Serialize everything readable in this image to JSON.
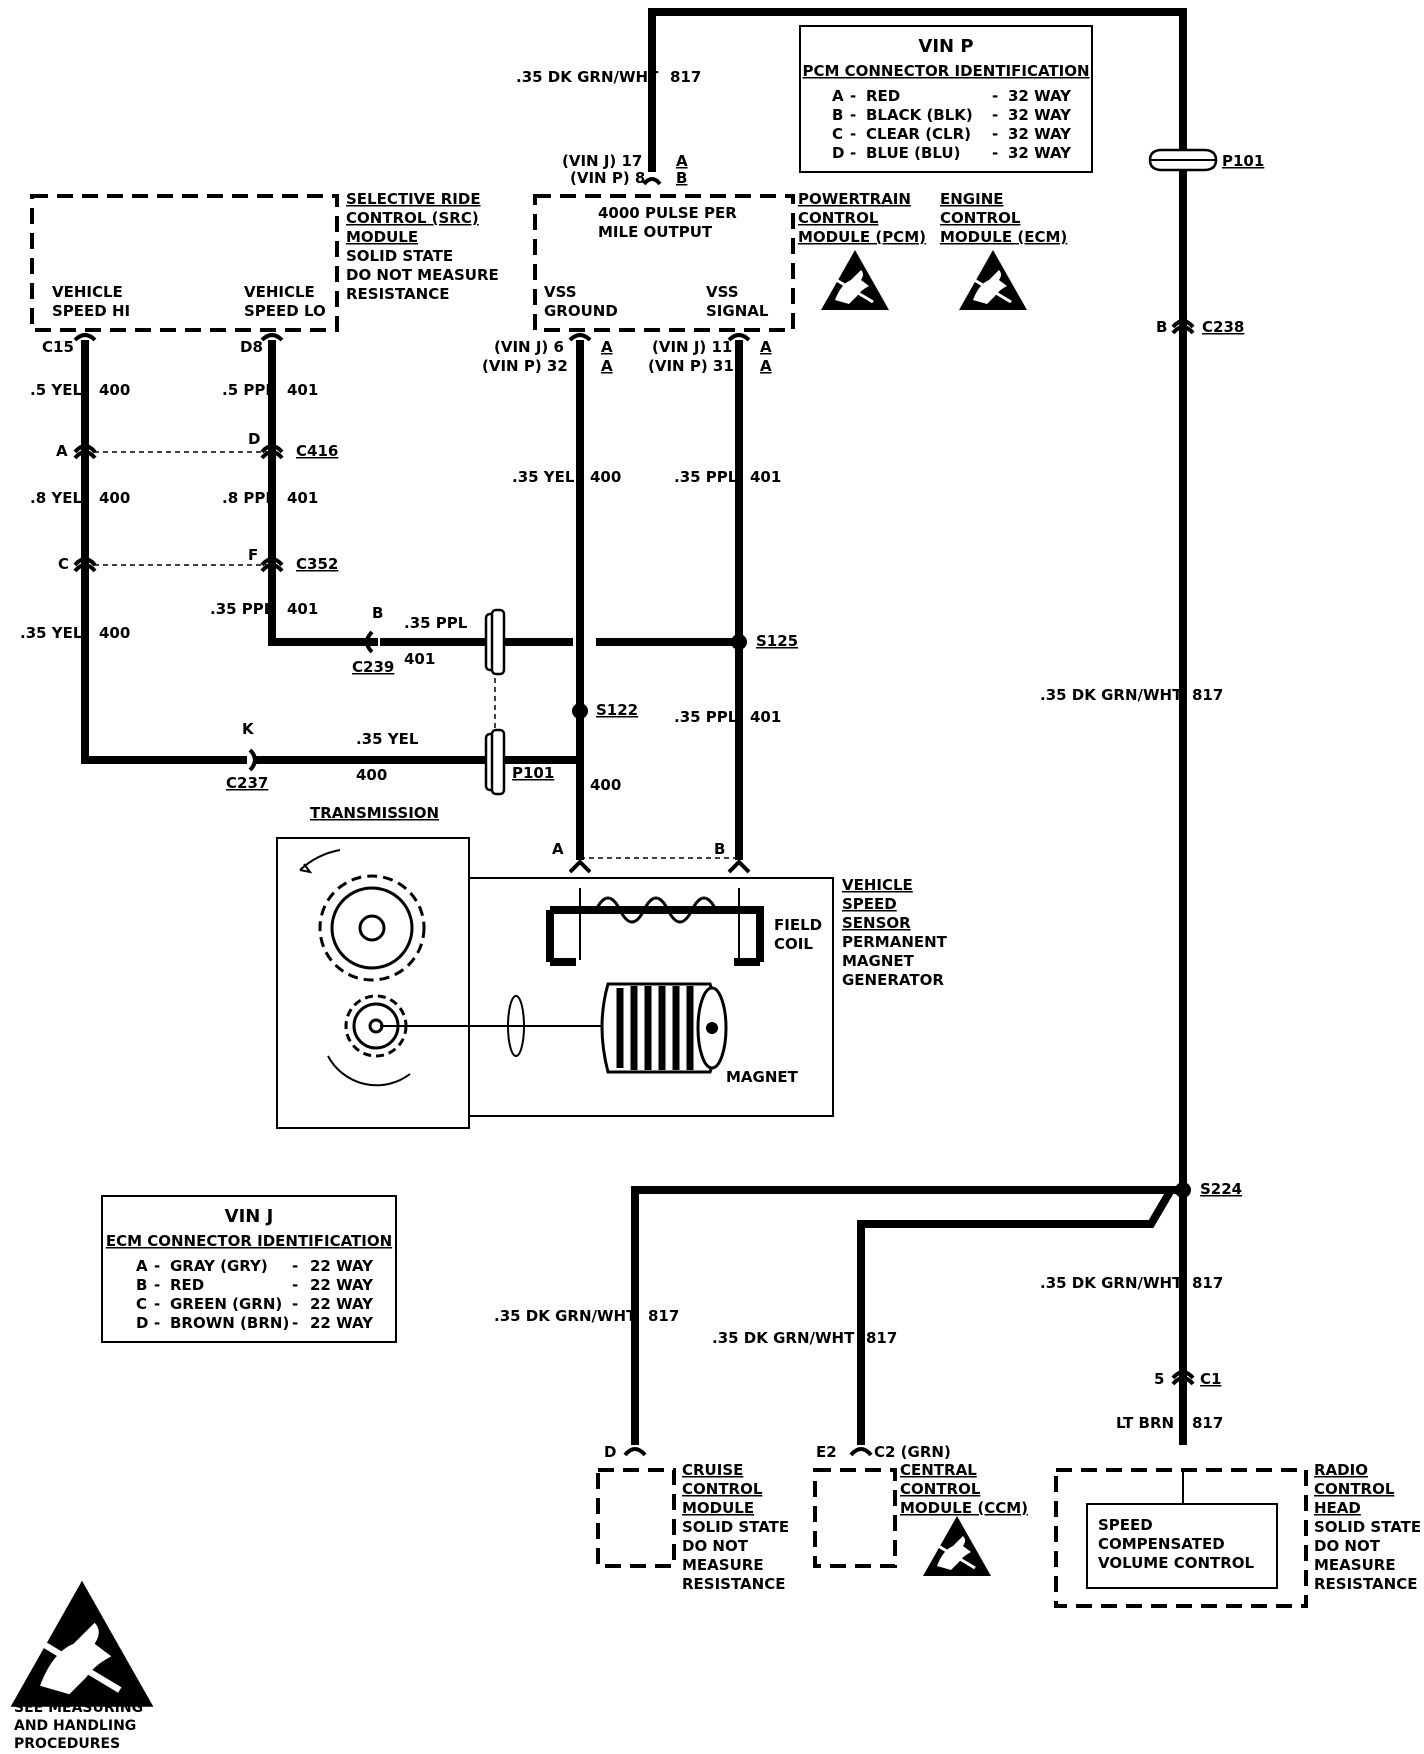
{
  "vinp_box": {
    "title": "VIN P",
    "subtitle": "PCM CONNECTOR IDENTIFICATION",
    "rows": [
      {
        "pin": "A",
        "desc": "RED",
        "ways": "32 WAY"
      },
      {
        "pin": "B",
        "desc": "BLACK (BLK)",
        "ways": "32 WAY"
      },
      {
        "pin": "C",
        "desc": "CLEAR (CLR)",
        "ways": "32 WAY"
      },
      {
        "pin": "D",
        "desc": "BLUE (BLU)",
        "ways": "32 WAY"
      }
    ]
  },
  "vinj_box": {
    "title": "VIN J",
    "subtitle": "ECM CONNECTOR IDENTIFICATION",
    "rows": [
      {
        "pin": "A",
        "desc": "GRAY (GRY)",
        "ways": "22 WAY"
      },
      {
        "pin": "B",
        "desc": "RED",
        "ways": "22 WAY"
      },
      {
        "pin": "C",
        "desc": "GREEN (GRN)",
        "ways": "22 WAY"
      },
      {
        "pin": "D",
        "desc": "BROWN (BRN)",
        "ways": "22 WAY"
      }
    ]
  },
  "modules": {
    "src": {
      "title": [
        "SELECTIVE RIDE",
        "CONTROL (SRC)",
        "MODULE"
      ],
      "note": [
        "SOLID STATE",
        "DO NOT MEASURE",
        "RESISTANCE"
      ],
      "pin_hi": [
        "VEHICLE",
        "SPEED HI"
      ],
      "pin_lo": [
        "VEHICLE",
        "SPEED LO"
      ]
    },
    "pcm": {
      "output": [
        "4000 PULSE PER",
        "MILE OUTPUT"
      ],
      "vss_ground": [
        "VSS",
        "GROUND"
      ],
      "vss_signal": [
        "VSS",
        "SIGNAL"
      ],
      "pcm_label": [
        "POWERTRAIN",
        "CONTROL",
        "MODULE (PCM)"
      ],
      "ecm_label": [
        "ENGINE",
        "CONTROL",
        "MODULE (ECM)"
      ]
    },
    "vss": {
      "label": [
        "VEHICLE",
        "SPEED",
        "SENSOR",
        "PERMANENT",
        "MAGNET",
        "GENERATOR"
      ],
      "transmission": "TRANSMISSION",
      "field_coil": [
        "FIELD",
        "COIL"
      ],
      "magnet": "MAGNET"
    },
    "cruise": {
      "title": [
        "CRUISE",
        "CONTROL",
        "MODULE"
      ],
      "note": [
        "SOLID STATE",
        "DO NOT",
        "MEASURE",
        "RESISTANCE"
      ]
    },
    "ccm": {
      "pin": "C2 (GRN)",
      "title": [
        "CENTRAL",
        "CONTROL",
        "MODULE (CCM)"
      ]
    },
    "radio": {
      "title": [
        "RADIO",
        "CONTROL",
        "HEAD"
      ],
      "note": [
        "SOLID STATE",
        "DO NOT",
        "MEASURE",
        "RESISTANCE"
      ],
      "inner": [
        "SPEED",
        "COMPENSATED",
        "VOLUME CONTROL"
      ]
    }
  },
  "esd_note": [
    "SEE MEASURING",
    "AND HANDLING",
    "PROCEDURES"
  ],
  "pin_labels": {
    "vinj_17": "(VIN J) 17",
    "vinp_8": "(VIN P) 8",
    "pin_a_top": "A",
    "pin_b_top": "B",
    "vinj_6": "(VIN J) 6",
    "vinp_32": "(VIN P) 32",
    "vinj_11": "(VIN J) 11",
    "vinp_31": "(VIN P) 31",
    "a1": "A",
    "a2": "A",
    "a3": "A",
    "a4": "A",
    "c15": "C15",
    "d8": "D8",
    "c416_a": "A",
    "c416_d": "D",
    "c352_c": "C",
    "c352_f": "F",
    "c239_b": "B",
    "c237_k": "K",
    "vss_a": "A",
    "vss_b": "B",
    "c238_b": "B",
    "c1_5": "5",
    "cruise_d": "D",
    "ccm_e2": "E2"
  },
  "connectors": {
    "p101_top": "P101",
    "c238": "C238",
    "c416": "C416",
    "c352": "C352",
    "c239": "C239",
    "c237": "C237",
    "p101_mid": "P101",
    "c1": "C1"
  },
  "splices": {
    "s125": "S125",
    "s122": "S122",
    "s224": "S224"
  },
  "wires": {
    "w_top": {
      "color": ".35 DK GRN/WHT",
      "circuit": "817"
    },
    "w_src_hi_1": {
      "color": ".5 YEL",
      "circuit": "400"
    },
    "w_src_lo_1": {
      "color": ".5 PPL",
      "circuit": "401"
    },
    "w_src_hi_2": {
      "color": ".8 YEL",
      "circuit": "400"
    },
    "w_src_lo_2": {
      "color": ".8 PPL",
      "circuit": "401"
    },
    "w_src_lo_3": {
      "color": ".35 PPL",
      "circuit": "401"
    },
    "w_src_hi_3": {
      "color": ".35 YEL",
      "circuit": "400"
    },
    "w_gnd": {
      "color": ".35 YEL",
      "circuit": "400"
    },
    "w_sig": {
      "color": ".35 PPL",
      "circuit": "401"
    },
    "w_c239": {
      "color": ".35 PPL",
      "circuit": "401"
    },
    "w_c237": {
      "color": ".35 YEL",
      "circuit": "400"
    },
    "w_sig_low": {
      "color": ".35 PPL",
      "circuit": "401"
    },
    "w_gnd_low": {
      "circuit": "400"
    },
    "w_right": {
      "color": ".35 DK GRN/WHT",
      "circuit": "817"
    },
    "w_radio": {
      "color": ".35 DK GRN/WHT",
      "circuit": "817"
    },
    "w_radio_2": {
      "color": "LT BRN",
      "circuit": "817"
    },
    "w_cruise": {
      "color": ".35 DK GRN/WHT",
      "circuit": "817"
    },
    "w_ccm": {
      "color": ".35 DK GRN/WHT",
      "circuit": "817"
    }
  }
}
